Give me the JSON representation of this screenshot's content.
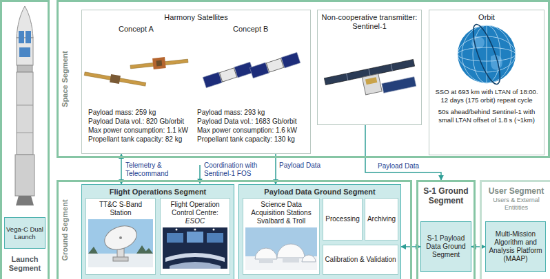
{
  "diagram": {
    "nodes": [
      {
        "text": [
          "Launch Segment"
        ]
      },
      {
        "text": [
          "Vega-C Dual Launch"
        ],
        "in": 0
      },
      {
        "text": [
          "Space Segment"
        ]
      },
      {
        "text": [
          "Harmony Satellites"
        ],
        "in": 2
      },
      {
        "text": [
          "Non-cooperative transmitter: Sentinel-1"
        ],
        "in": 2
      },
      {
        "text": [
          "Orbit",
          "SSO at 693 km with LTAN of 18:00. 12 days (175 orbit) repeat cycle",
          "50s ahead/behind Sentinel-1 with small LTAN offset of 1.8 s (~1km)"
        ],
        "in": 2
      },
      {
        "text": [
          "Ground Segment"
        ]
      },
      {
        "text": [
          "Flight Operations Segment"
        ],
        "in": 6
      },
      {
        "text": [
          "TT&C S-Band Station"
        ],
        "in": 7
      },
      {
        "text": [
          "Flight Operation Control Centre:",
          "ESOC"
        ],
        "in": 7
      },
      {
        "text": [
          "Payload Data Ground Segment"
        ],
        "in": 6
      },
      {
        "text": [
          "Science Data Acquisition Stations Svalbard & Troll"
        ],
        "in": 10
      },
      {
        "text": [
          "Processing"
        ],
        "in": 10
      },
      {
        "text": [
          "Archiving"
        ],
        "in": 10
      },
      {
        "text": [
          "Calibration & Validation"
        ],
        "in": 10
      },
      {
        "text": [
          "S-1 Ground Segment"
        ]
      },
      {
        "text": [
          "S-1 Payload Data Ground Segment"
        ],
        "in": 15
      },
      {
        "text": [
          "User Segment",
          "Users & External Entitities"
        ]
      },
      {
        "text": [
          "Multi-Mission Algorithm and Analysis Platform (MAAP)"
        ],
        "in": 17
      }
    ],
    "edges": [
      {
        "from": 3,
        "to": 7,
        "arrow": "both",
        "label": "Telemetry & Telecommand"
      },
      {
        "from": 3,
        "to": 10,
        "arrow": "to",
        "label": "Payload Data"
      },
      {
        "from": 4,
        "to": 15,
        "arrow": "to",
        "label": "Payload Data"
      },
      {
        "from": 10,
        "to": 16,
        "arrow": "both"
      },
      {
        "from": 16,
        "to": 18,
        "arrow": "both"
      }
    ],
    "labels": [
      "Concept A",
      "Concept B",
      "Payload mass: 259 kg",
      "Payload Data vol.: 820 Gb/orbit",
      "Max power consumption: 1.1 kW",
      "Propellant tank capacity: 82 kg",
      "Payload mass: 293 kg",
      "Payload Data vol.: 1683 Gb/orbit",
      "Max power consumption: 1.6 kW",
      "Propellant tank capacity: 130 kg",
      "Coordination with Sentinel-1 FOS"
    ]
  }
}
